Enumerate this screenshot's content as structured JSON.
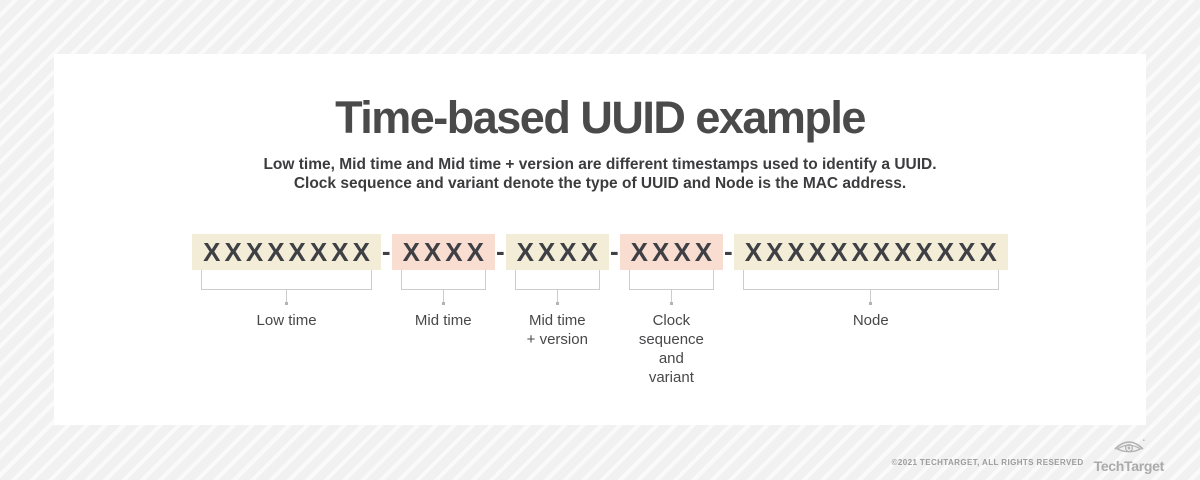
{
  "page": {
    "title": "Time-based UUID example",
    "subtitle": "Low time, Mid time and Mid time + version are different timestamps used to identify a UUID.\nClock sequence and variant denote the type of UUID and Node is the MAC address."
  },
  "uuid": {
    "separator": "-",
    "segments": [
      {
        "chars": "XXXXXXXX",
        "label": "Low time",
        "fill": "#f3edd7"
      },
      {
        "chars": "XXXX",
        "label": "Mid time",
        "fill": "#f8ddd0"
      },
      {
        "chars": "XXXX",
        "label": "Mid time\n+ version",
        "fill": "#f3edd7"
      },
      {
        "chars": "XXXX",
        "label": "Clock\nsequence\nand\nvariant",
        "fill": "#f8ddd0"
      },
      {
        "chars": "XXXXXXXXXXXX",
        "label": "Node",
        "fill": "#f3edd7"
      }
    ]
  },
  "footer": {
    "copyright": "©2021 TECHTARGET, ALL RIGHTS RESERVED",
    "brand": "TechTarget",
    "logo_icon": "eye-target-icon"
  },
  "colors": {
    "cream": "#f3edd7",
    "pink": "#f8ddd0",
    "heading": "#4a4a4b",
    "uuid_text": "#3f4045",
    "bracket_line": "#cccccc",
    "background": "#f1f1f1",
    "stripe": "#fafafa",
    "card": "#ffffff",
    "footer_gray": "#ababab"
  }
}
